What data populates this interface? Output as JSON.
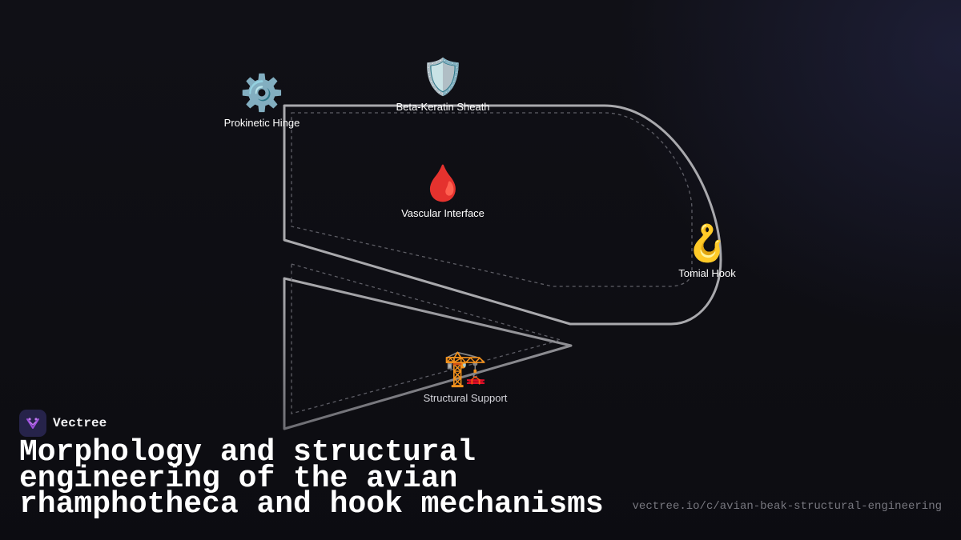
{
  "diagram": {
    "nodes": [
      {
        "id": "prokinetic-hinge",
        "icon": "⚙️",
        "icon_name": "gear-icon",
        "label": "Prokinetic Hinge"
      },
      {
        "id": "beta-keratin-sheath",
        "icon": "🛡️",
        "icon_name": "shield-icon",
        "label": "Beta-Keratin Sheath"
      },
      {
        "id": "vascular-interface",
        "icon": "🩸",
        "icon_name": "blood-drop-icon",
        "label": "Vascular Interface"
      },
      {
        "id": "tomial-hook",
        "icon": "🪝",
        "icon_name": "hook-icon",
        "label": "Tomial Hook"
      },
      {
        "id": "structural-support",
        "icon": "🏗️",
        "icon_name": "crane-icon",
        "label": "Structural Support"
      }
    ],
    "colors": {
      "outline": "#a9a9ad",
      "dashed": "#5e5e66",
      "label": "#ffffff"
    }
  },
  "brand": {
    "name": "Vectree",
    "logo_icon": "vectree-logo-icon",
    "logo_color": "#a04fe0"
  },
  "title": "Morphology and structural engineering of the avian rhamphotheca and hook mechanisms",
  "url": "vectree.io/c/avian-beak-structural-engineering",
  "colors": {
    "background": "#101016",
    "title": "#ffffff",
    "url": "#77777f"
  }
}
